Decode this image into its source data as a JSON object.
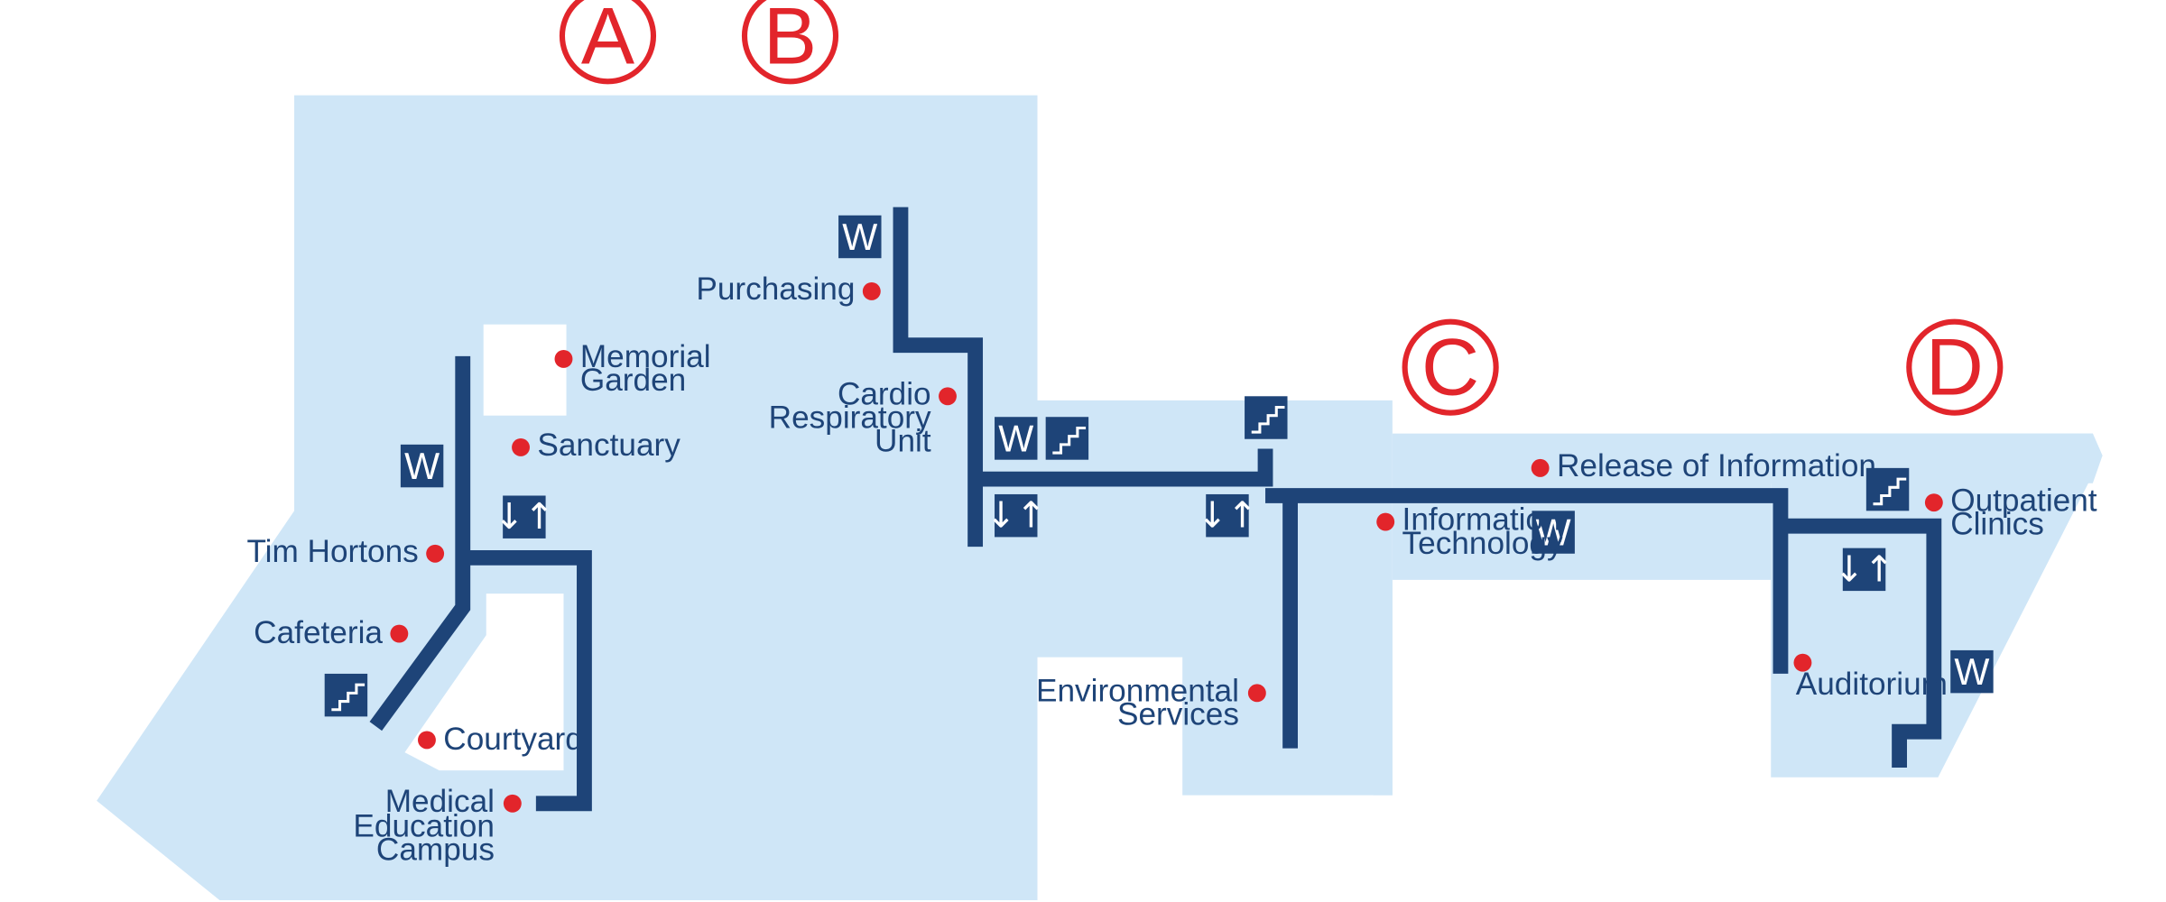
{
  "colors": {
    "building": "#cfe6f7",
    "corridor": "#1e4478",
    "poi": "#e2252b",
    "label": "#1e4478",
    "wing_marker": "#e2252b"
  },
  "wings": [
    "A",
    "B",
    "C",
    "D"
  ],
  "icons": {
    "washroom": "W",
    "elevator": "↓↑",
    "stairs": "stairs-icon"
  },
  "locations": {
    "memorial_garden": [
      "Memorial",
      "Garden"
    ],
    "sanctuary": "Sanctuary",
    "tim_hortons": "Tim Hortons",
    "cafeteria": "Cafeteria",
    "courtyard": "Courtyard",
    "medical_education_campus": [
      "Medical",
      "Education",
      "Campus"
    ],
    "purchasing": "Purchasing",
    "cardio_respiratory_unit": [
      "Cardio",
      "Respiratory",
      "Unit"
    ],
    "environmental_services": [
      "Environmental",
      "Services"
    ],
    "release_of_information": "Release of Information",
    "information_technology": [
      "Information",
      "Technology"
    ],
    "outpatient_clinics": [
      "Outpatient",
      "Clinics"
    ],
    "auditorium": "Auditorium"
  }
}
